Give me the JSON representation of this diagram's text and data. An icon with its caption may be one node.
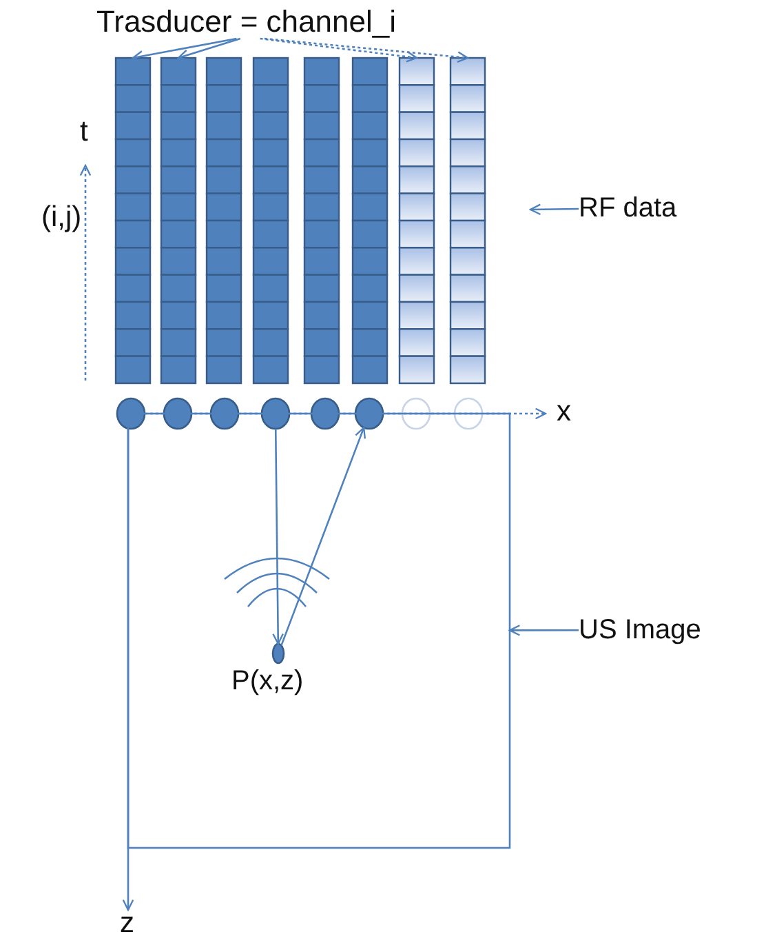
{
  "diagram": {
    "nodes": [
      {
        "text": [
          "Trasducer = channel_i"
        ]
      },
      {
        "text": [],
        "shape": "bar"
      },
      {
        "text": [],
        "shape": "bar"
      },
      {
        "text": [],
        "shape": "bar"
      },
      {
        "text": [],
        "shape": "bar"
      },
      {
        "text": [],
        "shape": "bar"
      },
      {
        "text": [],
        "shape": "bar"
      },
      {
        "text": [],
        "shape": "bar"
      },
      {
        "text": [],
        "shape": "bar"
      },
      {
        "text": [],
        "shape": "circle"
      },
      {
        "text": [],
        "shape": "circle"
      },
      {
        "text": [],
        "shape": "circle"
      },
      {
        "text": [],
        "shape": "circle"
      },
      {
        "text": [],
        "shape": "circle"
      },
      {
        "text": [],
        "shape": "circle"
      },
      {
        "text": [],
        "shape": "circle"
      },
      {
        "text": [],
        "shape": "circle"
      },
      {
        "text": [],
        "shape": "circle",
        "beside": [
          "P(x,z)"
        ],
        "in": 19
      },
      {
        "text": [
          "RF data"
        ]
      },
      {
        "text": [],
        "shape": "box"
      },
      {
        "text": [
          "US Image"
        ]
      }
    ],
    "edges": [
      {
        "from": 0,
        "to": 1,
        "arrow": "to"
      },
      {
        "from": 0,
        "to": 2,
        "arrow": "to"
      },
      {
        "from": 0,
        "to": 7,
        "arrow": "to",
        "style": "dashed"
      },
      {
        "from": 0,
        "to": 8,
        "arrow": "to",
        "style": "dashed"
      },
      {
        "from": 18,
        "to": null,
        "arrow": "to"
      },
      {
        "from": 20,
        "to": 19,
        "arrow": "to"
      },
      {
        "from": 12,
        "to": 17,
        "arrow": "to"
      },
      {
        "from": 17,
        "to": 14,
        "arrow": "to"
      }
    ],
    "labels": [
      "t",
      "(i,j)",
      "x",
      "z"
    ]
  }
}
